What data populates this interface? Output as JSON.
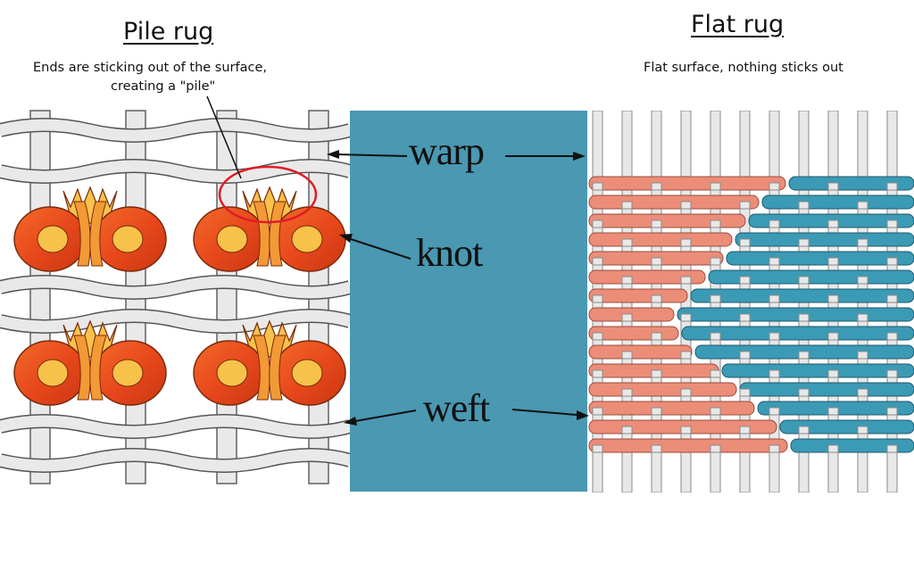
{
  "pile": {
    "title": "Pile rug",
    "note_line1": "Ends are sticking out of the surface,",
    "note_line2": "creating a \"pile\""
  },
  "flat": {
    "title": "Flat rug",
    "note": "Flat surface, nothing sticks out"
  },
  "labels": {
    "warp": "warp",
    "knot": "knot",
    "weft": "weft"
  },
  "colors": {
    "center_panel": "#4a98b2",
    "knot_orange": "#e8491c",
    "knot_yellow": "#f7c24a",
    "flat_salmon": "#ec8d78",
    "flat_teal": "#3b9ab5",
    "highlight_circle": "#e01b24"
  }
}
